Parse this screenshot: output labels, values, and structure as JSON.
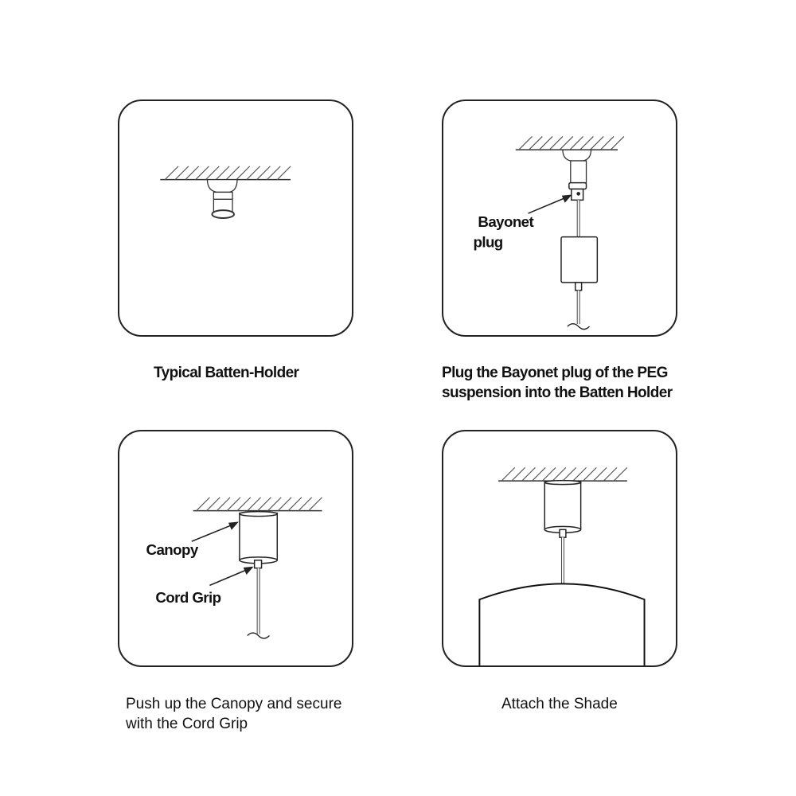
{
  "panels": [
    {
      "id": "step-1",
      "caption_lines": [
        "Typical Batten-Holder"
      ],
      "caption_bold": true,
      "labels": []
    },
    {
      "id": "step-2",
      "caption_lines": [
        "Plug the Bayonet plug of the PEG",
        "suspension into the Batten Holder"
      ],
      "caption_bold": true,
      "labels": [
        "Bayonet",
        "plug"
      ]
    },
    {
      "id": "step-3",
      "caption_lines": [
        "Push up the Canopy and secure",
        "with the Cord Grip"
      ],
      "caption_bold": false,
      "labels": [
        "Canopy",
        "Cord Grip"
      ]
    },
    {
      "id": "step-4",
      "caption_lines": [
        "Attach the Shade"
      ],
      "caption_bold": false,
      "labels": []
    }
  ],
  "icons": {
    "ceiling": "hatched-ceiling",
    "batten_holder": "batten-holder",
    "bayonet_plug": "bayonet-plug",
    "canopy": "canopy-cylinder",
    "cord_grip": "cord-grip",
    "shade": "lamp-shade"
  }
}
